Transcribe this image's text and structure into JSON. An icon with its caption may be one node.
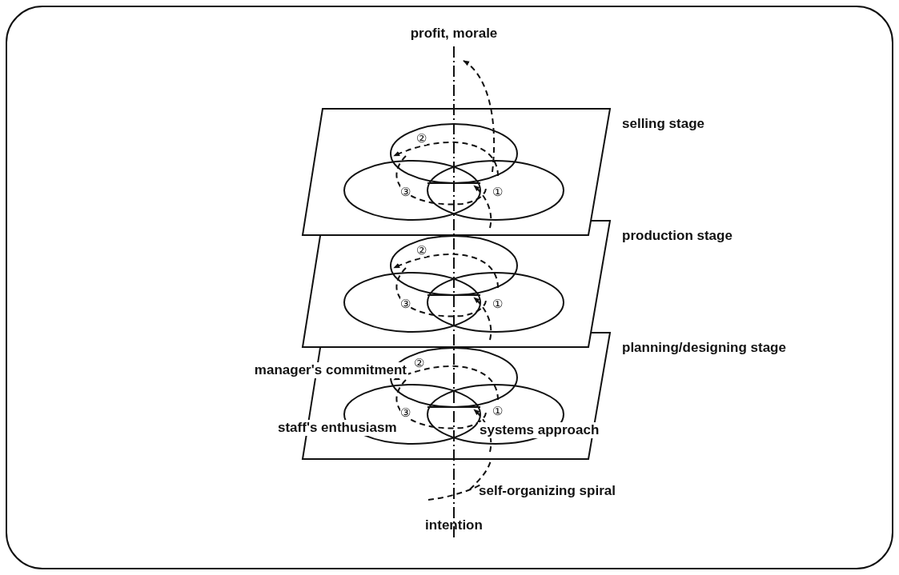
{
  "diagram": {
    "nodes": [
      {
        "text": [
          "selling stage"
        ]
      },
      {
        "text": [
          "production stage"
        ]
      },
      {
        "text": [
          "planning/designing stage"
        ]
      }
    ],
    "labels": [
      "profit, morale",
      "②",
      "③",
      "①",
      "②",
      "③",
      "①",
      "manager's commitment",
      "②",
      "③",
      "①",
      "staff's enthusiasm",
      "systems approach",
      "self-organizing spiral",
      "intention"
    ]
  }
}
